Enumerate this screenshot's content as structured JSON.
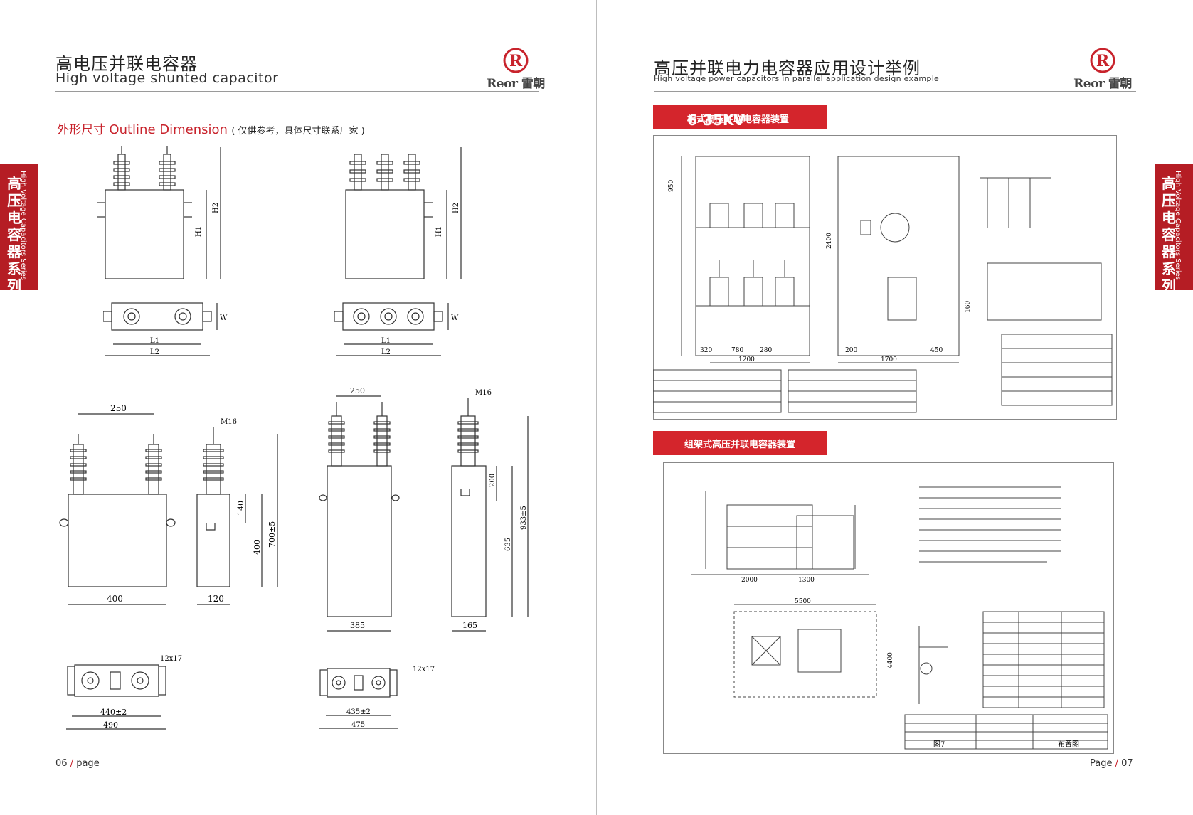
{
  "left": {
    "title_cn": "高电压并联电容器",
    "title_en": "High voltage shunted capacitor",
    "logo_text": "Reor 雷朝",
    "side_tab": {
      "cn": "高压电容器系列",
      "en": "High Voltage Capacitors Series"
    },
    "section": {
      "cn": "外形尺寸",
      "en": "Outline Dimension",
      "note": "( 仅供参考，具体尺寸联系厂家 )"
    },
    "page_number": "06",
    "page_sep": "/",
    "page_word": "page",
    "drawing_labels": {
      "h1": "H1",
      "h2": "H2",
      "w": "W",
      "l1": "L1",
      "l2": "L2",
      "d250": "250",
      "d400": "400",
      "d120": "120",
      "m16": "M16",
      "d140": "140",
      "d400v": "400",
      "d700": "700±5",
      "d440": "440±2",
      "d490": "490",
      "d12x17": "12x17",
      "d250b": "250",
      "d385": "385",
      "d165": "165",
      "d200": "200",
      "d635": "635",
      "d933": "933±5",
      "d435": "435±2",
      "d475": "475"
    }
  },
  "right": {
    "title_cn": "高压并联电力电容器应用设计举例",
    "title_en": "High voltage power capacitors in parallel application design example",
    "logo_text": "Reor 雷朝",
    "side_tab": {
      "cn": "高压电容器系列",
      "en": "High Voltage Capacitors Series"
    },
    "banner1_big": "6-35KV",
    "banner1_small": "柜式高压并联电容器装置",
    "banner2": "组架式高压并联电容器装置",
    "page_word": "Page",
    "page_sep": "/",
    "page_number": "07",
    "drawing1_labels": {
      "d950": "950",
      "d2400": "2400",
      "d1200": "1200",
      "d1700": "1700",
      "d320": "320",
      "d780": "780",
      "d280": "280",
      "d450": "450",
      "d200": "200",
      "d1601": "160"
    },
    "drawing2_labels": {
      "d5500": "5500",
      "d1300": "1300",
      "d2000": "2000",
      "d4400": "4400",
      "fig": "图7",
      "layout": "布置图"
    }
  },
  "colors": {
    "accent_red": "#d4252c",
    "tab_red": "#b51d24",
    "title_red": "#c8232c"
  }
}
